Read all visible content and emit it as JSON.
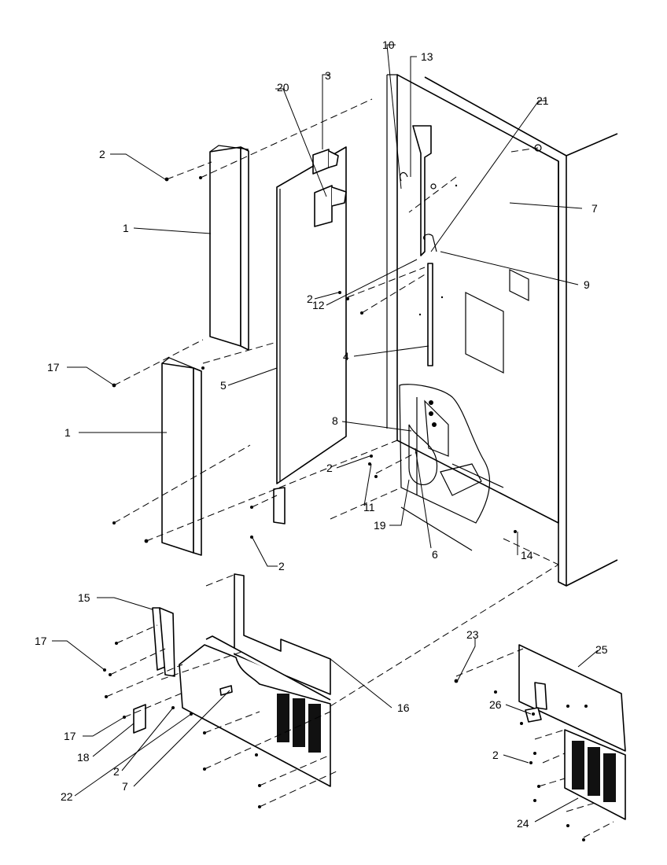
{
  "callouts": {
    "c1a": "1",
    "c1b": "1",
    "c2a": "2",
    "c2b": "2",
    "c2c": "2",
    "c2d": "2",
    "c2e": "2",
    "c2f": "2",
    "c3": "3",
    "c4": "4",
    "c5": "5",
    "c6": "6",
    "c7a": "7",
    "c7b": "7",
    "c8": "8",
    "c9": "9",
    "c10": "10",
    "c11": "11",
    "c12": "12",
    "c13": "13",
    "c14": "14",
    "c15": "15",
    "c16": "16",
    "c17a": "17",
    "c17b": "17",
    "c17c": "17",
    "c18": "18",
    "c19": "19",
    "c20": "20",
    "c21": "21",
    "c22": "22",
    "c23": "23",
    "c24": "24",
    "c25": "25",
    "c26": "26"
  }
}
